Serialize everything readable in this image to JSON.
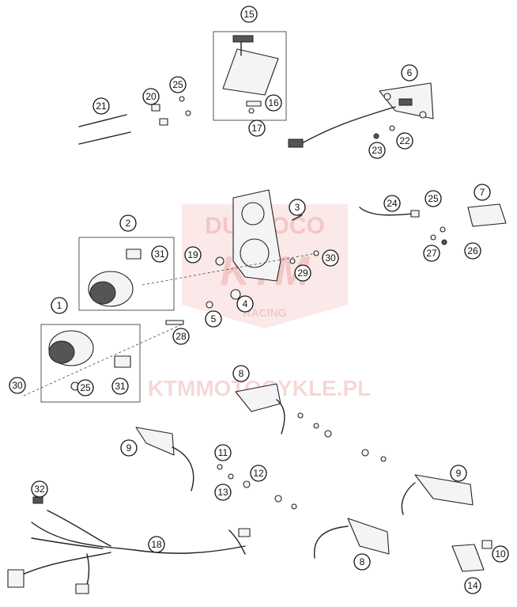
{
  "watermark": {
    "top_text": "DUNLOCO",
    "brand": "KTM",
    "sub_text": "RACING",
    "site": "KTMMOTOCYKLE.PL"
  },
  "callouts": [
    "1",
    "2",
    "3",
    "4",
    "5",
    "6",
    "7",
    "8",
    "8",
    "9",
    "9",
    "10",
    "11",
    "12",
    "13",
    "14",
    "15",
    "16",
    "17",
    "18",
    "19",
    "20",
    "21",
    "22",
    "23",
    "24",
    "25",
    "25",
    "25",
    "26",
    "27",
    "28",
    "29",
    "30",
    "30",
    "31",
    "31",
    "32"
  ]
}
